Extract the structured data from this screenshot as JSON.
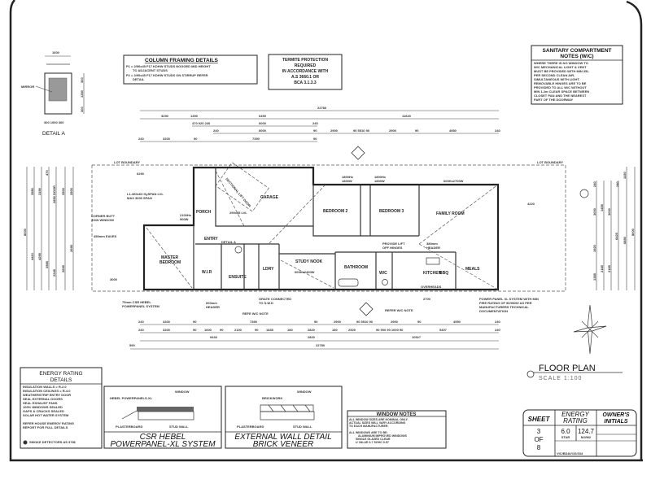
{
  "detail_a": {
    "title": "DETAIL A",
    "mirror": "MIRROR",
    "width": "1600",
    "bottom_dims": "300 1000 300",
    "vert_dims": [
      "300",
      "1350",
      "300"
    ]
  },
  "column_framing": {
    "title": "COLUMN FRAMING DETAILS",
    "lines": [
      "P1 = 2/90x45 F17 KDHW STUDS NOGGED MID HEIGHT",
      "TO ADJACENT STUDS",
      "P2 = 2/90x45 F17 KDHW STUDS ON STIRRUP REFER",
      "DETAIL"
    ]
  },
  "termite": {
    "lines": [
      "TERMITE PROTECTION",
      "REQUIRED",
      "IN ACCORDANCE WITH",
      "A.S 3660.1 OR",
      "BCA 3.1.3.3"
    ]
  },
  "sanitary": {
    "title_lines": [
      "SANITARY COMPARTMENT",
      "NOTES (W/C)"
    ],
    "lines": [
      "WHERE THERE IS NO WINDOW TO",
      "W/C MECHANICAL LIGHT & VENT",
      "MUST BE PROVIDED WITH MIN 35L",
      "PER SECOND CLEAN AIR,",
      "SIMULTANEOUS WITH LIGHT.",
      "REMOVABLE HINGES ARE TO BE",
      "PROVIDED TO ALL W/C WITHOUT",
      "MIN 1.2m CLEAR SPACE BETWEEN",
      "CLOSET PAN AND THE NEAREST",
      "PART OF THE DOORWAY"
    ]
  },
  "top_dims": {
    "overall": "22780",
    "row2": [
      "3290",
      "1390",
      "6490",
      "11620"
    ],
    "row3": [
      "470 920 240",
      "6000",
      "240"
    ],
    "row4": [
      "240",
      "6000",
      "90",
      "2900",
      "90 5510 90",
      "2900",
      "90",
      "4950",
      "240"
    ],
    "row5": [
      "240",
      "3200",
      "90",
      "7390",
      "90"
    ]
  },
  "bottom_dims": {
    "row1": [
      "240",
      "3200",
      "90",
      "7390",
      "90",
      "2900",
      "90 5510 90",
      "2900",
      "90",
      "4950",
      "240"
    ],
    "row2": [
      "240",
      "3200",
      "90",
      "1600",
      "90",
      "2100",
      "90",
      "1835",
      "180",
      "2820",
      "180",
      "2525",
      "90 900 90 1000 90",
      "5407",
      "240"
    ],
    "row3": [
      "9433",
      "2820",
      "10527"
    ],
    "row4": [
      "590",
      "22780"
    ]
  },
  "left_dims": [
    "8000",
    "3580",
    "4410",
    "3190",
    "4295",
    "470",
    "3985",
    "2890 DOOR",
    "3500",
    "3500",
    "2245",
    "2695",
    "2695"
  ],
  "right_dims": [
    "8000",
    "1150",
    "6850",
    "6425",
    "3000",
    "3000",
    "1455",
    "2185",
    "2185",
    "1920",
    "1385",
    "240",
    "240"
  ],
  "rooms": {
    "garage": "GARAGE",
    "porch": "PORCH",
    "entry": "ENTRY",
    "master": [
      "MASTER",
      "BEDROOM"
    ],
    "wir": "W.I.R",
    "ensuite": "ENSUITE",
    "ldry": "LDRY",
    "study": "STUDY NOOK",
    "bed2": "BEDROOM 2",
    "bed3": "BEDROOM 3",
    "family": "FAMILY ROOM",
    "bathroom": "BATHROOM",
    "wc": "W/C",
    "kitchen": "KITCHEN",
    "bbq": "BBQ",
    "meals": "MEALS",
    "overheads": "OVERHEADS"
  },
  "plan_notes": {
    "lot_boundary": "LOT BOUNDARY",
    "eaves_dim": "6290",
    "beam": [
      "L1-360x63 HySPAN LVL",
      "MAX 3600 SPAN"
    ],
    "corner": [
      "CORNER BUTT",
      "JOIN WINDOW"
    ],
    "eaves": "450mm EAVES",
    "dim_3000": "3000",
    "hebel": [
      "75mm CSR HEBEL",
      "POWERPANEL SYSTEM"
    ],
    "header600": [
      "600mm",
      "HEADER"
    ],
    "refe_wc": "REFE W/C NOTE",
    "grate": [
      "GRATE CONNECTED",
      "TO S.W.D"
    ],
    "refer_wc": "REFER W/C NOTE",
    "power_panel": [
      "POWER PANEL XL SYSTEM WITH MIN",
      "FIRE RATING OF 90/90/90 AS PER",
      "MANUFACTURERS TECHNICAL",
      "DOCUMENTATION"
    ],
    "dim_2700": "2700",
    "dim_4220": "4220",
    "lift_hinges": [
      "PROVIDE LIFT",
      "OFF HINGES"
    ],
    "header380": [
      "380mm",
      "HEADER"
    ],
    "win_bed2": [
      "1800Hx",
      "1800W"
    ],
    "win_bed3": [
      "1800Hx",
      "1800W"
    ],
    "win_family": "600Hx2700W",
    "win_master": [
      "2100Hx",
      "900W"
    ],
    "lift_door": "SECTIONAL LIFT DOOR",
    "lvl": "290x45 LVL",
    "win_study": "600Hx2400W",
    "detail_ref": "DETAIL A"
  },
  "energy": {
    "title_lines": [
      "ENERGY RATING",
      "DETAILS"
    ],
    "items": [
      "INSULATION WALLS = R-2.0",
      "INSULATION CEILINGS = R-4.0",
      "WEATHERSTRIP ENTRY DOOR",
      "SEAL EXTERNAL DOORS",
      "SEAL EXHAUST FANS",
      "100% WINDOWS SEALED",
      "GAPS & CRACKS SEALED",
      "SOLAR HOT WATER SYSTEM"
    ],
    "refer": [
      "REFER HOUSE ENERGY RATING",
      "REPORT FOR FULL DETAILS"
    ],
    "smoke": "SMOKE DETECTORS AS 3786"
  },
  "hebel_detail": {
    "window": "WINDOW",
    "panel": "HEBEL POWERPANELS-XL",
    "plasterboard": "PLASTERBOARD",
    "stud": "STUD WALL",
    "title_lines": [
      "CSR HEBEL",
      "POWERPANEL-XL SYSTEM"
    ]
  },
  "brick_detail": {
    "window": "WINDOW",
    "brickwork": "BRICKWORK",
    "plasterboard": "PLASTERBOARD",
    "stud": "STUD WALL",
    "title_lines": [
      "EXTERNAL WALL DETAIL",
      "BRICK VENEER"
    ]
  },
  "window_notes": {
    "title": "WINDOW NOTES",
    "lines": [
      "ALL WINDOW SIZES ARE NOMINAL ONLY.",
      "ACTUAL SIZES WILL VARY ACCORDING",
      "TO EACH MANUFACTURER.",
      "",
      "ALL WINDOWS ARE TO BE:",
      "ALUMINIUM IMPROVED WINDOWS",
      "SINGLE GLAZED CLEAR",
      "U VALUE 6.7 SGHC 0.57"
    ]
  },
  "drawing_title": {
    "title": "FLOOR PLAN",
    "scale": "SCALE 1:100"
  },
  "title_block": {
    "sheet_label": "SHEET",
    "sheet_lines": [
      "3",
      "OF",
      "8"
    ],
    "energy_label_lines": [
      "ENERGY",
      "RATING"
    ],
    "star_value": "6.0",
    "star_unit": "STAR",
    "mj_value": "124.7",
    "mj_unit": "MJ/M2",
    "owners_lines": [
      "OWNER'S",
      "INITIALS"
    ],
    "ref": "VIC/BDAV/10/334"
  }
}
